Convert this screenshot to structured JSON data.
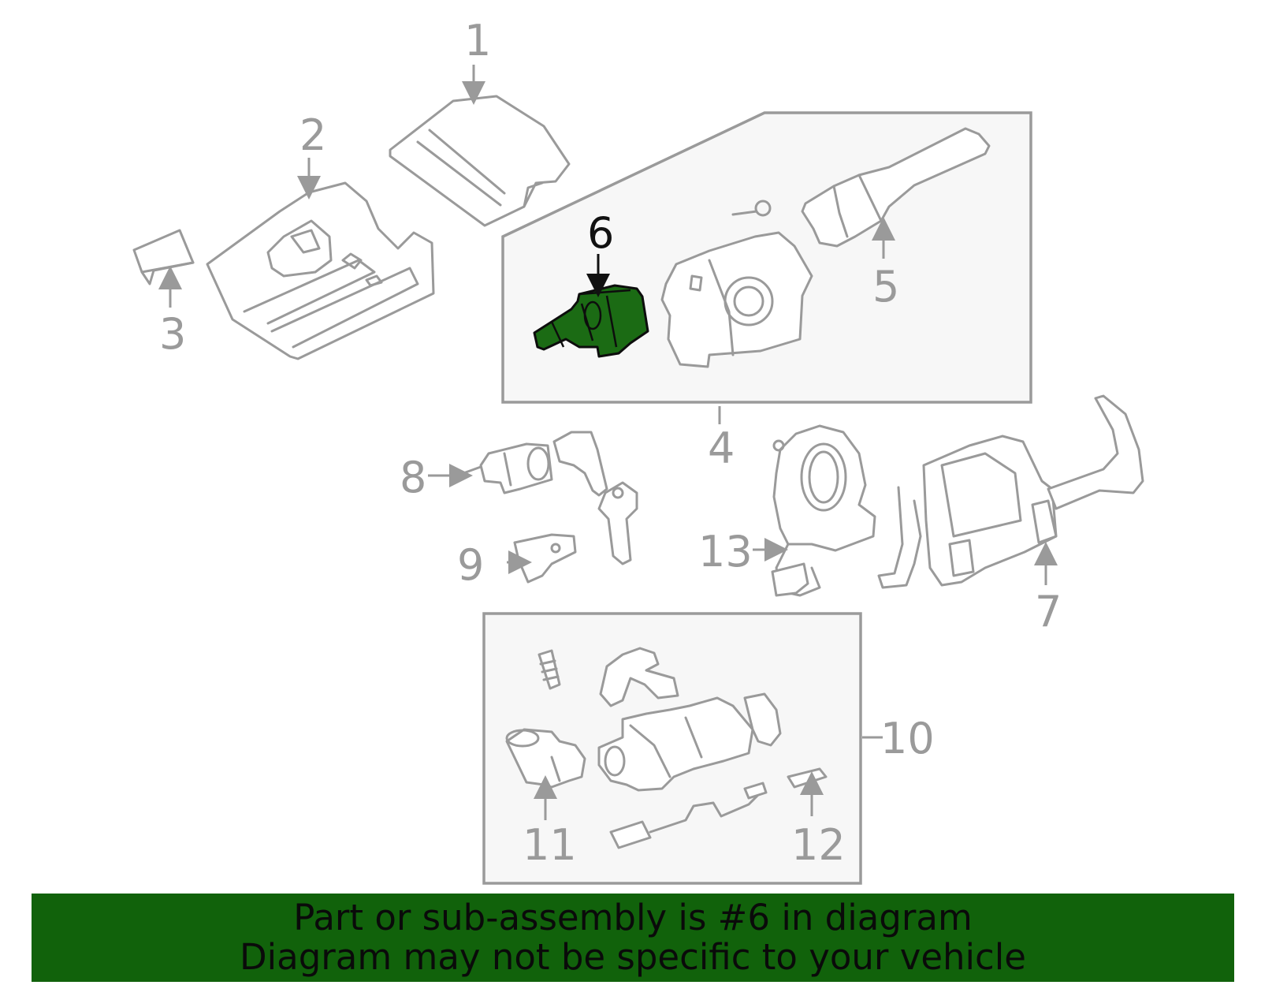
{
  "callouts": {
    "c1": "1",
    "c2": "2",
    "c3": "3",
    "c4": "4",
    "c5": "5",
    "c6": "6",
    "c7": "7",
    "c8": "8",
    "c9": "9",
    "c10": "10",
    "c11": "11",
    "c12": "12",
    "c13": "13"
  },
  "highlight_part": "6",
  "colors": {
    "highlight": "#1b6b14",
    "banner": "#11620b",
    "line_art": "#9a9a9a"
  },
  "banner": {
    "line1": "Part or sub-assembly is #6 in diagram",
    "line2": "Diagram may not be specific to your vehicle"
  }
}
